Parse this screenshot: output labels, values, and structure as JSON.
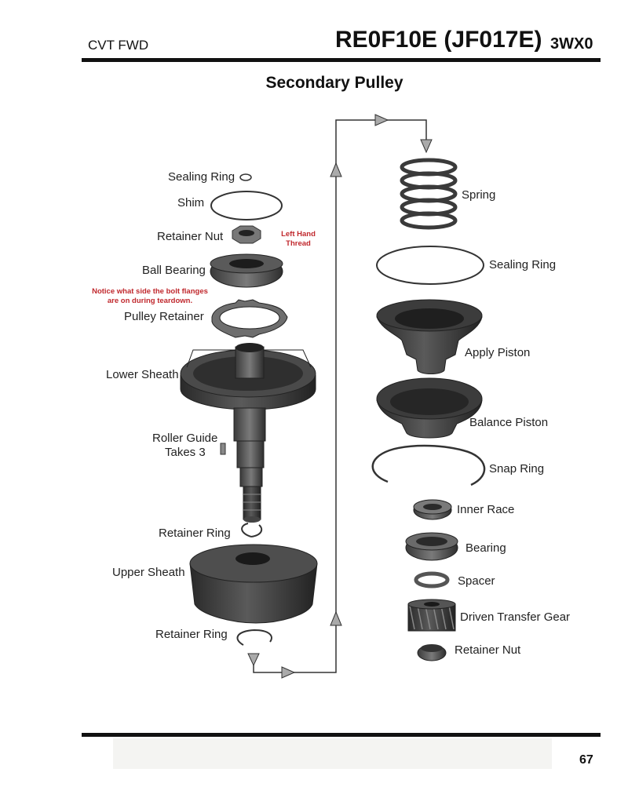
{
  "header": {
    "left": "CVT FWD",
    "title": "RE0F10E (JF017E)",
    "code": "3WX0"
  },
  "page_title": "Secondary Pulley",
  "left_parts": {
    "sealing_ring": "Sealing Ring",
    "shim": "Shim",
    "retainer_nut": "Retainer Nut",
    "ball_bearing": "Ball Bearing",
    "pulley_retainer": "Pulley Retainer",
    "lower_sheath": "Lower Sheath",
    "roller_guide": "Roller Guide",
    "takes_3": "Takes 3",
    "retainer_ring_1": "Retainer Ring",
    "upper_sheath": "Upper Sheath",
    "retainer_ring_2": "Retainer Ring"
  },
  "notes": {
    "left_hand_thread_1": "Left Hand",
    "left_hand_thread_2": "Thread",
    "bolt_flanges_1": "Notice what side the bolt flanges",
    "bolt_flanges_2": "are on during teardown."
  },
  "right_parts": {
    "spring": "Spring",
    "sealing_ring": "Sealing Ring",
    "apply_piston": "Apply Piston",
    "balance_piston": "Balance Piston",
    "snap_ring": "Snap Ring",
    "inner_race": "Inner Race",
    "bearing": "Bearing",
    "spacer": "Spacer",
    "driven_transfer_gear": "Driven Transfer Gear",
    "retainer_nut": "Retainer Nut"
  },
  "footer": {
    "page_number": "67"
  }
}
